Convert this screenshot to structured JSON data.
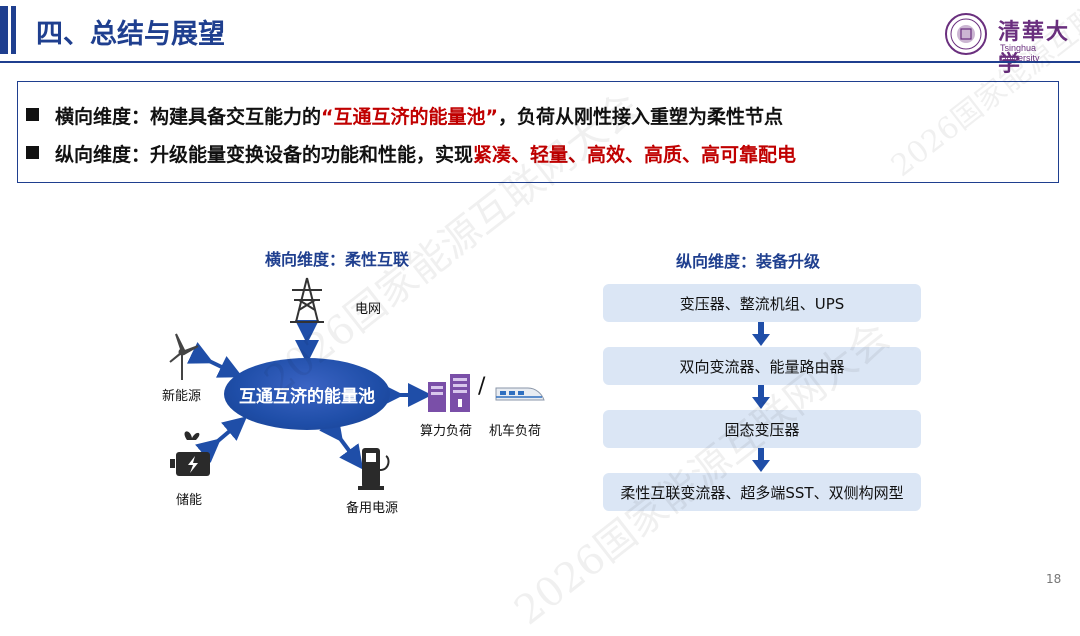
{
  "header": {
    "title": "四、总结与展望"
  },
  "logo": {
    "name": "清華大学",
    "sub": "Tsinghua University"
  },
  "summary": {
    "line1": {
      "prefix": "横向维度：构建具备交互能力的",
      "highlight": "“互通互济的能量池”",
      "suffix": "，负荷从刚性接入重塑为柔性节点"
    },
    "line2": {
      "prefix": "纵向维度：升级能量变换设备的功能和性能，实现",
      "highlight": "紧凑、轻量、高效、高质、高可靠配电"
    }
  },
  "left_diagram": {
    "title": "横向维度：柔性互联",
    "hub": "互通互济的能量池",
    "nodes": {
      "grid": "电网",
      "renewable": "新能源",
      "storage": "储能",
      "backup": "备用电源",
      "compute": "算力负荷",
      "slash": "/",
      "train": "机车负荷"
    }
  },
  "right_diagram": {
    "title": "纵向维度：装备升级",
    "stages": [
      "变压器、整流机组、UPS",
      "双向变流器、能量路由器",
      "固态变压器",
      "柔性互联变流器、超多端SST、双侧构网型"
    ]
  },
  "watermark": "2026国家能源互联网大会",
  "page_number": "18",
  "colors": {
    "primary": "#1f3f8f",
    "highlight": "#c00000",
    "stage_bg": "#dbe6f5",
    "logo": "#6a2f7e"
  }
}
